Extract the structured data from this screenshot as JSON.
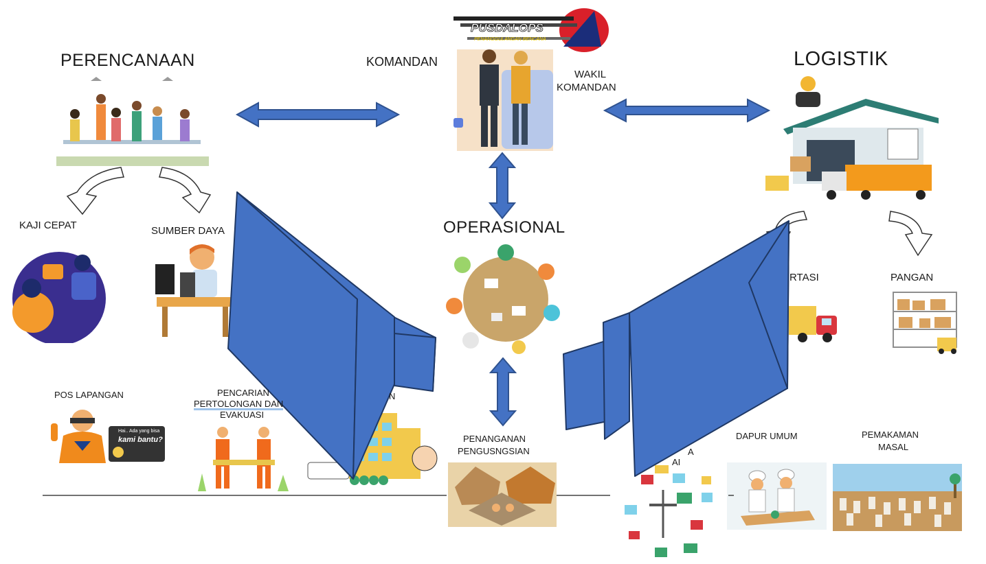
{
  "logo": {
    "text": "PUSDALOPS",
    "subtext": "PENANGGULANGAN BENCANA"
  },
  "labels": {
    "perencanaan": "PERENCANAAN",
    "komandan": "KOMANDAN",
    "wakil_komandan_1": "WAKIL",
    "wakil_komandan_2": "KOMANDAN",
    "logistik": "LOGISTIK",
    "operasional": "OPERASIONAL",
    "kaji_cepat": "KAJI CEPAT",
    "sumber_daya": "SUMBER DAYA",
    "transportasi_fragment": "RTASI",
    "pangan": "PANGAN",
    "pos_lapangan": "POS  LAPANGAN",
    "pencarian_1": "PENCARIAN",
    "pencarian_2": "PERTOLONGAN   DAN",
    "pencarian_3": "EVAKUASI",
    "kesehatan_fragment": "N",
    "penanganan_1": "PENANGANAN",
    "penanganan_2": "PENGUSNGSIAN",
    "prasarana_fragment_1": "A",
    "prasarana_fragment_2": "AI",
    "dapur_umum": "DAPUR UMUM",
    "pemakaman_1": "PEMAKAMAN",
    "pemakaman_2": "MASAL"
  },
  "speech_bubble": {
    "line1": "Hai.. Ada yang bisa",
    "line2": "kami bantu?"
  },
  "colors": {
    "arrow_fill": "#4472C4",
    "arrow_stroke": "#2F528F",
    "shape_fill": "#4472C4",
    "shape_stroke": "#1F3864"
  }
}
